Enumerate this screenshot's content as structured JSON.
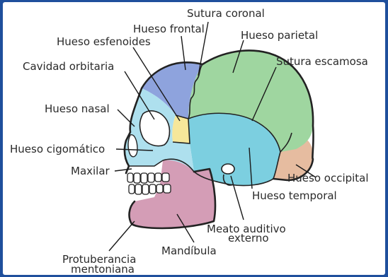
{
  "diagram": {
    "labels": {
      "sutura_coronal": "Sutura coronal",
      "hueso_frontal": "Hueso frontal",
      "hueso_parietal": "Hueso parietal",
      "hueso_esfenoides": "Hueso esfenoides",
      "cavidad_orbitaria": "Cavidad orbitaria",
      "sutura_escamosa": "Sutura escamosa",
      "hueso_nasal": "Hueso nasal",
      "hueso_cigomatico": "Hueso cigomático",
      "maxilar": "Maxilar",
      "hueso_occipital": "Hueso occipital",
      "hueso_temporal": "Hueso temporal",
      "meato_line1": "Meato auditivo",
      "meato_line2": "externo",
      "mandibula": "Mandíbula",
      "protuberancia_line1": "Protuberancia",
      "protuberancia_line2": "mentoniana"
    },
    "colors": {
      "frontal": "#8ea3dd",
      "parietal": "#9fd6a0",
      "esfenoides": "#f6e79a",
      "temporal": "#7ccfe0",
      "occipital": "#e6bca0",
      "facial": "#aee0ee",
      "mandibula": "#d49db6",
      "ear": "#ffffff",
      "outline": "#222222",
      "frame": "#1f4f9c"
    }
  }
}
